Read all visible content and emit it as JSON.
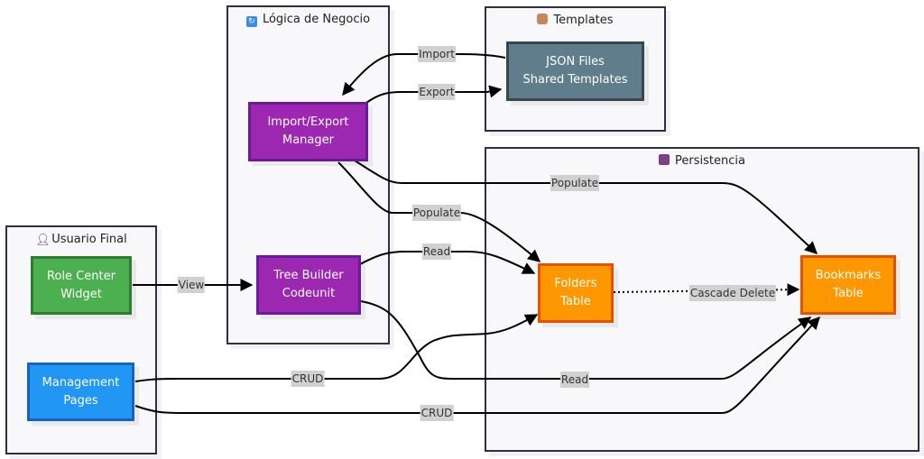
{
  "clusters": {
    "usuario": {
      "title": "Usuario Final",
      "icon": "user-icon"
    },
    "logica": {
      "title": "Lógica de Negocio",
      "icon": "refresh-icon"
    },
    "templates": {
      "title": "Templates",
      "icon": "package-icon"
    },
    "persistencia": {
      "title": "Persistencia",
      "icon": "floppy-disk-icon"
    }
  },
  "nodes": {
    "role_center": {
      "line1": "Role Center",
      "line2": "Widget",
      "color": "#4caf50",
      "border": "#2e7d32"
    },
    "management": {
      "line1": "Management",
      "line2": "Pages",
      "color": "#2196f3",
      "border": "#1565c0"
    },
    "import_export": {
      "line1": "Import/Export",
      "line2": "Manager",
      "color": "#9c27b0",
      "border": "#6a1b9a"
    },
    "tree_builder": {
      "line1": "Tree Builder",
      "line2": "Codeunit",
      "color": "#9c27b0",
      "border": "#6a1b9a"
    },
    "json_files": {
      "line1": "JSON Files",
      "line2": "Shared Templates",
      "color": "#607d8b",
      "border": "#37474f"
    },
    "folders": {
      "line1": "Folders",
      "line2": "Table",
      "color": "#ff9800",
      "border": "#e65100"
    },
    "bookmarks": {
      "line1": "Bookmarks",
      "line2": "Table",
      "color": "#ff9800",
      "border": "#e65100"
    }
  },
  "edges": {
    "import": "Import",
    "export": "Export",
    "populate_bookmarks": "Populate",
    "populate_folders": "Populate",
    "read_folders": "Read",
    "view": "View",
    "cascade": "Cascade Delete",
    "crud_folders": "CRUD",
    "read_bookmarks": "Read",
    "crud_bookmarks": "CRUD"
  }
}
